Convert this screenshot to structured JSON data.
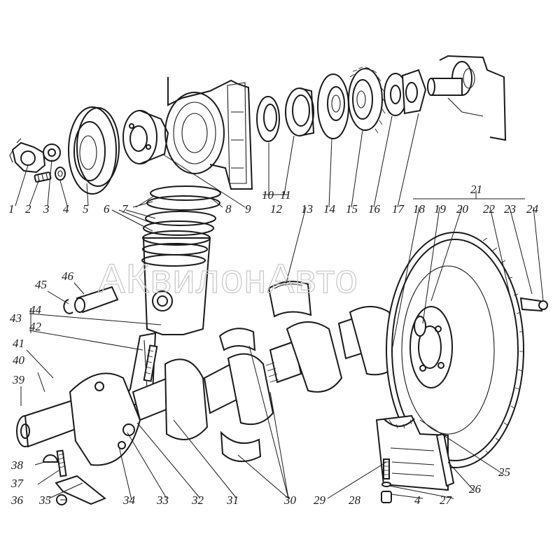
{
  "watermark": "АКвилонАвто",
  "callouts": [
    "1",
    "2",
    "3",
    "4",
    "5",
    "6",
    "7",
    "8",
    "9",
    "10",
    "11",
    "12",
    "13",
    "14",
    "15",
    "16",
    "17",
    "18",
    "19",
    "20",
    "21",
    "22",
    "23",
    "24",
    "25",
    "26",
    "27",
    "28",
    "4",
    "29",
    "30",
    "31",
    "32",
    "33",
    "34",
    "35",
    "36",
    "37",
    "38",
    "39",
    "40",
    "41",
    "42",
    "43",
    "44",
    "45",
    "46"
  ]
}
